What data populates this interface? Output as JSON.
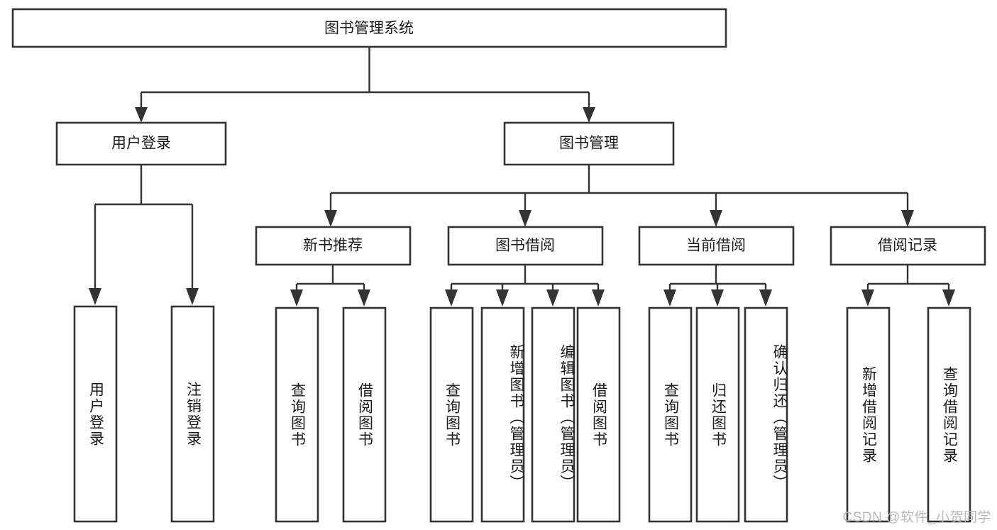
{
  "diagram": {
    "title": "图书管理系统",
    "type": "hierarchy-tree",
    "style": {
      "box_fill": "#ffffff",
      "box_stroke": "#333333",
      "connector_color": "#333333",
      "text_color": "#1a1a1a",
      "background": "#ffffff",
      "watermark_color": "#b9b9b9"
    },
    "levels": [
      {
        "level": 1,
        "nodes": [
          {
            "id": "root",
            "label": "图书管理系统",
            "orientation": "horizontal"
          }
        ]
      },
      {
        "level": 2,
        "nodes": [
          {
            "id": "login",
            "label": "用户登录",
            "orientation": "horizontal",
            "parent": "root"
          },
          {
            "id": "bookmgmt",
            "label": "图书管理",
            "orientation": "horizontal",
            "parent": "root"
          }
        ]
      },
      {
        "level": 3,
        "nodes": [
          {
            "id": "newbook",
            "label": "新书推荐",
            "orientation": "horizontal",
            "parent": "bookmgmt"
          },
          {
            "id": "borrow",
            "label": "图书借阅",
            "orientation": "horizontal",
            "parent": "bookmgmt"
          },
          {
            "id": "current",
            "label": "当前借阅",
            "orientation": "horizontal",
            "parent": "bookmgmt"
          },
          {
            "id": "records",
            "label": "借阅记录",
            "orientation": "horizontal",
            "parent": "bookmgmt"
          }
        ]
      },
      {
        "level": 4,
        "nodes": [
          {
            "id": "leaf-1",
            "label": "用户登录",
            "orientation": "vertical",
            "parent": "login"
          },
          {
            "id": "leaf-2",
            "label": "注销登录",
            "orientation": "vertical",
            "parent": "login"
          },
          {
            "id": "leaf-3",
            "label": "查询图书",
            "orientation": "vertical",
            "parent": "newbook"
          },
          {
            "id": "leaf-4",
            "label": "借阅图书",
            "orientation": "vertical",
            "parent": "newbook"
          },
          {
            "id": "leaf-5",
            "label": "查询图书",
            "orientation": "vertical",
            "parent": "borrow"
          },
          {
            "id": "leaf-6",
            "label": "新增图书（管理员）",
            "orientation": "vertical",
            "parent": "borrow"
          },
          {
            "id": "leaf-7",
            "label": "编辑图书（管理员）",
            "orientation": "vertical",
            "parent": "borrow"
          },
          {
            "id": "leaf-8",
            "label": "借阅图书",
            "orientation": "vertical",
            "parent": "borrow"
          },
          {
            "id": "leaf-9",
            "label": "查询图书",
            "orientation": "vertical",
            "parent": "current"
          },
          {
            "id": "leaf-10",
            "label": "归还图书",
            "orientation": "vertical",
            "parent": "current"
          },
          {
            "id": "leaf-11",
            "label": "确认归还（管理员）",
            "orientation": "vertical",
            "parent": "current"
          },
          {
            "id": "leaf-12",
            "label": "新增借阅记录",
            "orientation": "vertical",
            "parent": "records"
          },
          {
            "id": "leaf-13",
            "label": "查询借阅记录",
            "orientation": "vertical",
            "parent": "records"
          }
        ]
      }
    ],
    "watermark": "CSDN @软件_小贺同学"
  }
}
